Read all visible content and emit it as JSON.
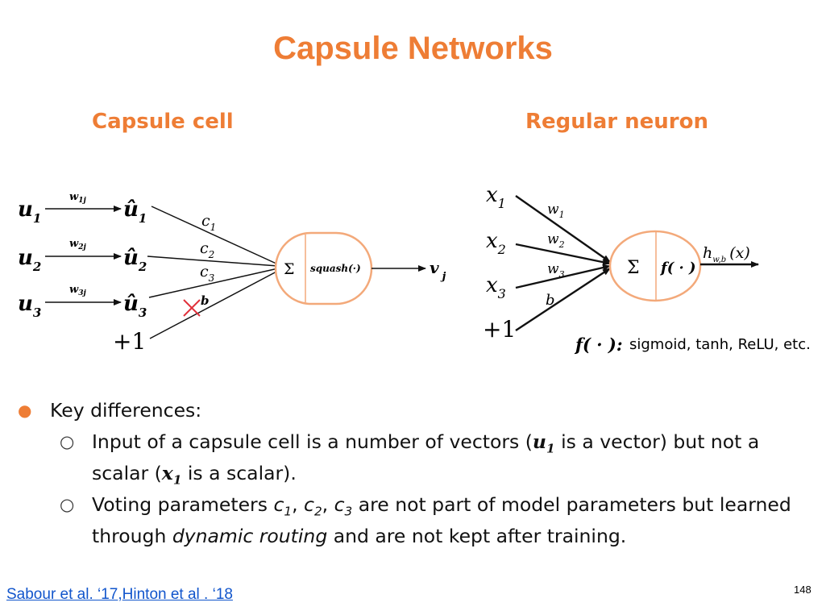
{
  "slide": {
    "title": "Capsule Networks",
    "page_number": "148"
  },
  "capsule": {
    "heading": "Capsule cell",
    "inputs": [
      "u",
      "u",
      "u"
    ],
    "input_subs": [
      "1",
      "2",
      "3"
    ],
    "weights": [
      "w",
      "w",
      "w"
    ],
    "weight_subs": [
      "1j",
      "2j",
      "3j"
    ],
    "predictions": [
      "û",
      "û",
      "û"
    ],
    "prediction_subs": [
      "1",
      "2",
      "3"
    ],
    "coupling": [
      "c",
      "c",
      "c"
    ],
    "coupling_subs": [
      "1",
      "2",
      "3"
    ],
    "bias_label": "b",
    "bias_input": "+1",
    "sum_symbol": "Σ",
    "activation": "squash(·)",
    "output": "v",
    "output_sub": "j",
    "colors": {
      "circle": "#f3a97a",
      "cross": "#e0303a"
    }
  },
  "neuron": {
    "heading": "Regular neuron",
    "inputs": [
      "x",
      "x",
      "x"
    ],
    "input_subs": [
      "1",
      "2",
      "3"
    ],
    "weights": [
      "w",
      "w",
      "w"
    ],
    "weight_subs": [
      "1",
      "2",
      "3"
    ],
    "bias_label": "b",
    "bias_input": "+1",
    "sum_symbol": "Σ",
    "activation": "f( · )",
    "output": "h",
    "output_sub": "w,b",
    "output_arg": "(x)",
    "legend_func": "f( · ):",
    "legend_text": "sigmoid, tanh, ReLU, etc."
  },
  "bullets": {
    "main": "Key differences:",
    "sub1": {
      "a": "Input of a capsule cell is a number of  vectors (",
      "var": "u",
      "var_sub": "1",
      "b": " is a vector)  but not a scalar (",
      "var2": "x",
      "var2_sub": "1",
      "c": " is a scalar)."
    },
    "sub2": {
      "a": "Voting parameters ",
      "v1": "c",
      "s1": "1",
      "v2": "c",
      "s2": "2",
      "v3": "c",
      "s3": "3",
      "b": " are not part of model parameters but learned through ",
      "em": "dynamic routing",
      "c": " and are not kept after training."
    }
  },
  "references": {
    "ref1": "Sabour et al. ‘17",
    "separator": ",",
    "ref2": "Hinton et al . ‘18"
  },
  "colors": {
    "accent": "#ee7d35",
    "link": "#1155cc"
  }
}
